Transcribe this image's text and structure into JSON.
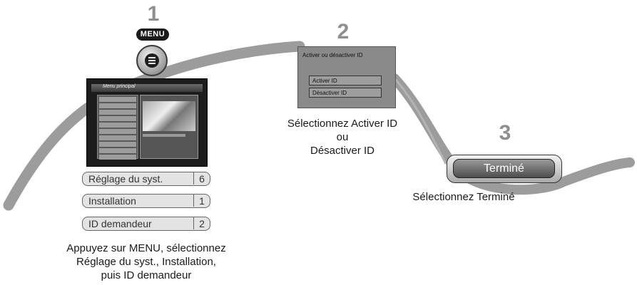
{
  "steps": [
    {
      "number": "1",
      "menu_label": "MENU",
      "tv_title": "Menu principal",
      "path_items": [
        {
          "label": "Réglage du syst.",
          "num": "6"
        },
        {
          "label": "Installation",
          "num": "1"
        },
        {
          "label": "ID demandeur",
          "num": "2"
        }
      ],
      "caption": [
        "Appuyez sur MENU, sélectionnez",
        "Réglage du syst., Installation,",
        "puis ID demandeur"
      ]
    },
    {
      "number": "2",
      "dialog_title": "Activer ou désactiver ID",
      "options": [
        "Activer ID",
        "Désactiver ID"
      ],
      "caption": [
        "Sélectionnez Activer ID",
        "ou",
        "Désactiver ID"
      ]
    },
    {
      "number": "3",
      "button_label": "Terminé",
      "caption": [
        "Sélectionnez Terminé"
      ]
    }
  ],
  "colors": {
    "path_stroke": "#9c9c9c",
    "step_number": "#8f8f8f"
  },
  "icons": [
    "menu-button-icon"
  ]
}
